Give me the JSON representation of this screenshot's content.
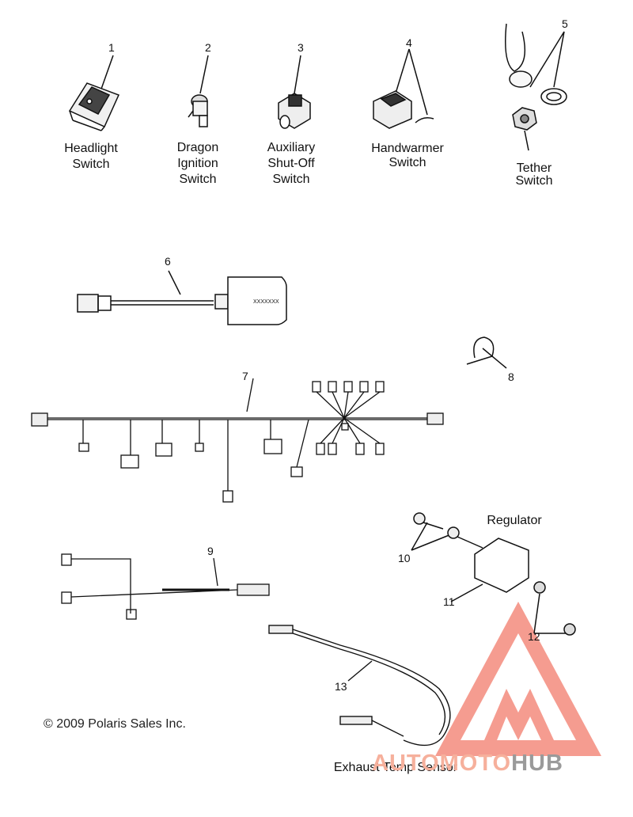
{
  "parts": [
    {
      "number": "1",
      "name_line1": "Headlight",
      "name_line2": "Switch"
    },
    {
      "number": "2",
      "name_line1": "Dragon",
      "name_line2": "Ignition",
      "name_line3": "Switch"
    },
    {
      "number": "3",
      "name_line1": "Auxiliary",
      "name_line2": "Shut-Off",
      "name_line3": "Switch"
    },
    {
      "number": "4",
      "name_line1": "Handwarmer",
      "name_line2": "Switch"
    },
    {
      "number": "5",
      "name_line1": "Tether",
      "name_line2": "Switch"
    },
    {
      "number": "6"
    },
    {
      "number": "7"
    },
    {
      "number": "8"
    },
    {
      "number": "9"
    },
    {
      "number": "10"
    },
    {
      "number": "11"
    },
    {
      "number": "12"
    },
    {
      "number": "13"
    }
  ],
  "labels": {
    "regulator": "Regulator",
    "exhaust_temp_sensor": "Exhaust Temp Sensor",
    "module_code": "XXXXXXX"
  },
  "copyright": "© 2009 Polaris Sales Inc.",
  "watermark": {
    "part1": "AUTOMOTO",
    "part2": "HUB",
    "color_accent": "#f27b6b",
    "color_gray": "#9a9a9a"
  }
}
